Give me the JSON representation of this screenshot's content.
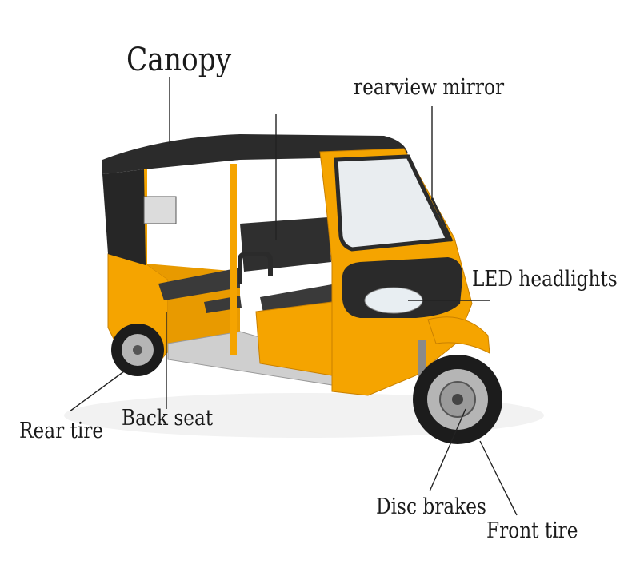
{
  "labels": {
    "canopy": "Canopy",
    "rearview_mirror": "rearview mirror",
    "led_headlights": "LED headlights",
    "rear_tire": "Rear tire",
    "back_seat": "Back seat",
    "disc_brakes": "Disc brakes",
    "front_tire": "Front tire"
  },
  "colors": {
    "body": "#f5a400",
    "body_shade": "#d98a00",
    "canopy": "#2b2b2b",
    "seat": "#2f2f2f",
    "tire": "#1c1c1c",
    "rim": "#b5b5b5",
    "glass": "#e9edf0"
  }
}
